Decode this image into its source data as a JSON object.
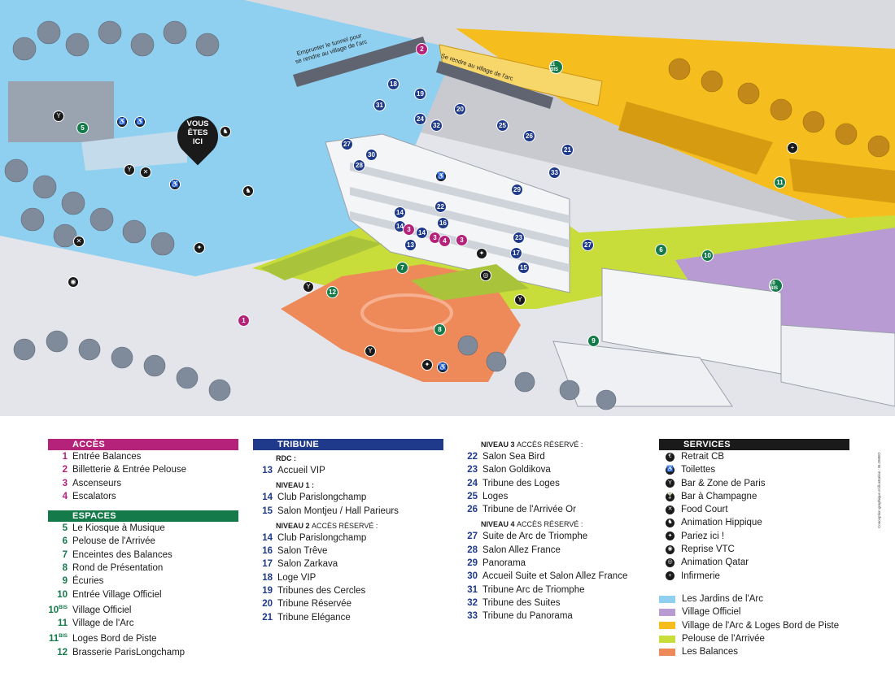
{
  "map": {
    "you_are_here": [
      "VOUS",
      "ÊTES",
      "ICI"
    ],
    "tunnel_label": [
      "Emprunter le tunnel pour",
      "se rendre au village de l'arc"
    ],
    "arc_label": "Se rendre au village de l'arc",
    "markers": [
      {
        "n": "2",
        "c": "magenta"
      },
      {
        "n": "18",
        "c": "navy"
      },
      {
        "n": "19",
        "c": "navy"
      },
      {
        "n": "31",
        "c": "navy"
      },
      {
        "n": "24",
        "c": "navy"
      },
      {
        "n": "32",
        "c": "navy"
      },
      {
        "n": "20",
        "c": "navy"
      },
      {
        "n": "25",
        "c": "navy"
      },
      {
        "n": "26",
        "c": "navy"
      },
      {
        "n": "21",
        "c": "navy"
      },
      {
        "n": "33",
        "c": "navy"
      },
      {
        "n": "27",
        "c": "navy"
      },
      {
        "n": "30",
        "c": "navy"
      },
      {
        "n": "28",
        "c": "navy"
      },
      {
        "n": "29",
        "c": "navy"
      },
      {
        "n": "22",
        "c": "navy"
      },
      {
        "n": "14",
        "c": "navy"
      },
      {
        "n": "16",
        "c": "navy"
      },
      {
        "n": "14",
        "c": "navy"
      },
      {
        "n": "3",
        "c": "magenta"
      },
      {
        "n": "3",
        "c": "magenta"
      },
      {
        "n": "4",
        "c": "magenta"
      },
      {
        "n": "3",
        "c": "magenta"
      },
      {
        "n": "13",
        "c": "navy"
      },
      {
        "n": "14",
        "c": "navy"
      },
      {
        "n": "23",
        "c": "navy"
      },
      {
        "n": "17",
        "c": "navy"
      },
      {
        "n": "15",
        "c": "navy"
      },
      {
        "n": "27",
        "c": "navy"
      },
      {
        "n": "5",
        "c": "green"
      },
      {
        "n": "11 BIS",
        "c": "green"
      },
      {
        "n": "11",
        "c": "green"
      },
      {
        "n": "6",
        "c": "green"
      },
      {
        "n": "10",
        "c": "green"
      },
      {
        "n": "10 BIS",
        "c": "green"
      },
      {
        "n": "7",
        "c": "green"
      },
      {
        "n": "12",
        "c": "green"
      },
      {
        "n": "8",
        "c": "green"
      },
      {
        "n": "9",
        "c": "green"
      },
      {
        "n": "1",
        "c": "magenta"
      }
    ]
  },
  "legend": {
    "acces": {
      "title": "ACCÈS",
      "color": "#b5227a",
      "items": [
        {
          "n": "1",
          "label": "Entrée Balances"
        },
        {
          "n": "2",
          "label": "Billetterie & Entrée Pelouse"
        },
        {
          "n": "3",
          "label": "Ascenseurs"
        },
        {
          "n": "4",
          "label": "Escalators"
        }
      ]
    },
    "espaces": {
      "title": "ESPACES",
      "color": "#157a4a",
      "items": [
        {
          "n": "5",
          "sup": "",
          "label": "Le Kiosque à Musique"
        },
        {
          "n": "6",
          "sup": "",
          "label": "Pelouse de l'Arrivée"
        },
        {
          "n": "7",
          "sup": "",
          "label": "Enceintes  des Balances"
        },
        {
          "n": "8",
          "sup": "",
          "label": "Rond de Présentation"
        },
        {
          "n": "9",
          "sup": "",
          "label": "Écuries"
        },
        {
          "n": "10",
          "sup": "",
          "label": "Entrée Village Officiel"
        },
        {
          "n": "10",
          "sup": "BIS",
          "label": "Village Officiel"
        },
        {
          "n": "11",
          "sup": "",
          "label": "Village de l'Arc"
        },
        {
          "n": "11",
          "sup": "BIS",
          "label": "Loges Bord de Piste"
        },
        {
          "n": "12",
          "sup": "",
          "label": "Brasserie ParisLongchamp"
        }
      ]
    },
    "tribune": {
      "title": "TRIBUNE",
      "color": "#1f3a8a",
      "rdc": {
        "title": "RDC :",
        "items": [
          {
            "n": "13",
            "label": "Accueil VIP"
          }
        ]
      },
      "niveau1": {
        "title": "NIVEAU 1 :",
        "items": [
          {
            "n": "14",
            "label": "Club Parislongchamp"
          },
          {
            "n": "15",
            "label": "Salon Montjeu / Hall Parieurs"
          }
        ]
      },
      "niveau2": {
        "title": "NIVEAU 2",
        "restricted": "ACCÈS RÉSERVÉ :",
        "items": [
          {
            "n": "14",
            "label": "Club Parislongchamp"
          },
          {
            "n": "16",
            "label": "Salon Trêve"
          },
          {
            "n": "17",
            "label": "Salon Zarkava"
          },
          {
            "n": "18",
            "label": "Loge VIP"
          },
          {
            "n": "19",
            "label": "Tribunes des Cercles"
          },
          {
            "n": "20",
            "label": "Tribune Réservée"
          },
          {
            "n": "21",
            "label": "Tribune Elégance"
          }
        ]
      }
    },
    "niveaux": {
      "niveau3": {
        "title": "NIVEAU 3",
        "restricted": "ACCÈS RÉSERVÉ :",
        "items": [
          {
            "n": "22",
            "label": "Salon Sea Bird"
          },
          {
            "n": "23",
            "label": "Salon Goldikova"
          },
          {
            "n": "24",
            "label": "Tribune des Loges"
          },
          {
            "n": "25",
            "label": "Loges"
          },
          {
            "n": "26",
            "label": "Tribune de l'Arrivée Or"
          }
        ]
      },
      "niveau4": {
        "title": "NIVEAU 4",
        "restricted": "ACCÈS RÉSERVÉ :",
        "items": [
          {
            "n": "27",
            "label": "Suite de Arc de Triomphe"
          },
          {
            "n": "28",
            "label": "Salon Allez France"
          },
          {
            "n": "29",
            "label": "Panorama"
          },
          {
            "n": "30",
            "label": "Accueil Suite et Salon Allez France"
          },
          {
            "n": "31",
            "label": "Tribune Arc de Triomphe"
          },
          {
            "n": "32",
            "label": "Tribune des Suites"
          },
          {
            "n": "33",
            "label": "Tribune du Panorama"
          }
        ]
      }
    },
    "services": {
      "title": "SERVICES",
      "color": "#1a1a1a",
      "items": [
        {
          "icon": "cash-icon",
          "glyph": "€",
          "label": "Retrait CB"
        },
        {
          "icon": "toilet-icon",
          "glyph": "♿",
          "label": "Toilettes"
        },
        {
          "icon": "bar-icon",
          "glyph": "Y",
          "label": "Bar & Zone de Paris"
        },
        {
          "icon": "champagne-icon",
          "glyph": "🍸",
          "label": "Bar à Champagne"
        },
        {
          "icon": "food-icon",
          "glyph": "✕",
          "label": "Food Court"
        },
        {
          "icon": "horse-icon",
          "glyph": "♞",
          "label": "Animation Hippique"
        },
        {
          "icon": "bet-icon",
          "glyph": "✦",
          "label": "Pariez ici !"
        },
        {
          "icon": "car-icon",
          "glyph": "◉",
          "label": "Reprise VTC"
        },
        {
          "icon": "qatar-icon",
          "glyph": "◎",
          "label": "Animation Qatar"
        },
        {
          "icon": "medical-icon",
          "glyph": "+",
          "label": "Infirmerie"
        }
      ],
      "zones": [
        {
          "color": "#8fd0f0",
          "label": "Les Jardins de l'Arc"
        },
        {
          "color": "#b89bd3",
          "label": "Village Officiel"
        },
        {
          "color": "#f5be1e",
          "label": "Village de l'Arc & Loges Bord de Piste"
        },
        {
          "color": "#c8dc3a",
          "label": "Pelouse de l'Arrivée"
        },
        {
          "color": "#ee8a5a",
          "label": "Les Balances"
        }
      ]
    },
    "credit": "Conception graphique et illustration : BLOMBO"
  }
}
